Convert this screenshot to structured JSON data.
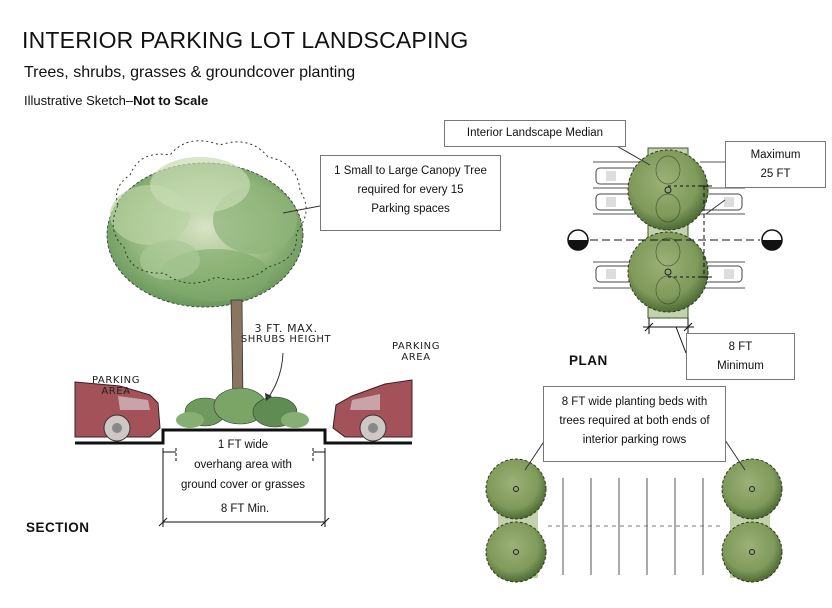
{
  "header": {
    "title": "INTERIOR PARKING LOT LANDSCAPING",
    "subtitle": "Trees, shrubs, grasses & groundcover planting",
    "note_prefix": "Illustrative Sketch–",
    "note_bold": "Not to Scale"
  },
  "section": {
    "label": "SECTION",
    "parking_left": [
      "PARKING",
      "AREA"
    ],
    "parking_right": [
      "PARKING",
      "AREA"
    ],
    "shrub_label": [
      "3 FT. MAX.",
      "SHRUBS HEIGHT"
    ],
    "tree_callout": [
      "1 Small to Large Canopy Tree",
      "required for every 15",
      "Parking spaces"
    ],
    "overhang": [
      "1 FT wide",
      "overhang area with",
      "ground cover or grasses"
    ],
    "width_dim": "8 FT Min."
  },
  "plan": {
    "label": "PLAN",
    "median_callout": "Interior Landscape Median",
    "max_callout": [
      "Maximum",
      "25 FT"
    ],
    "min_callout": [
      "8 FT",
      "Minimum"
    ]
  },
  "beds": {
    "callout": [
      "8 FT wide planting beds with",
      "trees required at both ends of",
      "interior parking rows"
    ]
  },
  "colors": {
    "canopy_green": "#7f9a5a",
    "canopy_dark": "#3e5a2a",
    "car_red": "#a4525a",
    "tree_section": "#6f9a5e",
    "trunk": "#8a7560"
  }
}
